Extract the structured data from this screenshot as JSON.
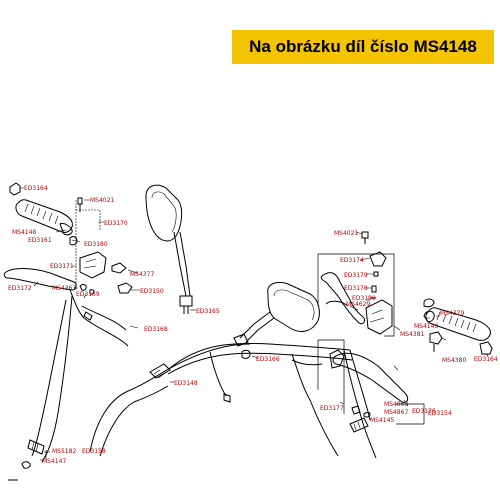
{
  "banner": {
    "text": "Na obrázku díl číslo MS4148"
  },
  "colors": {
    "banner_bg": "#f5c400",
    "label_red": "#c00000"
  },
  "callouts": [
    "ED3164",
    "MS4021",
    "ED3170",
    "MS4148",
    "ED3161",
    "ED3180",
    "ED3171",
    "MS4377",
    "ED3172",
    "MS4363",
    "ED3169",
    "ED3150",
    "ED3168",
    "ED3165",
    "ED3166",
    "ED3148",
    "MS5182",
    "MS4147",
    "ED3158",
    "MS4021",
    "ED3174",
    "ED3179",
    "ED3178",
    "ED3180",
    "MS4629",
    "MS4379",
    "MS4149",
    "MS4381",
    "MS4380",
    "ED3164",
    "ED3177",
    "ED3176",
    "MS4868",
    "MS4867",
    "MS4145",
    "ED3154"
  ]
}
